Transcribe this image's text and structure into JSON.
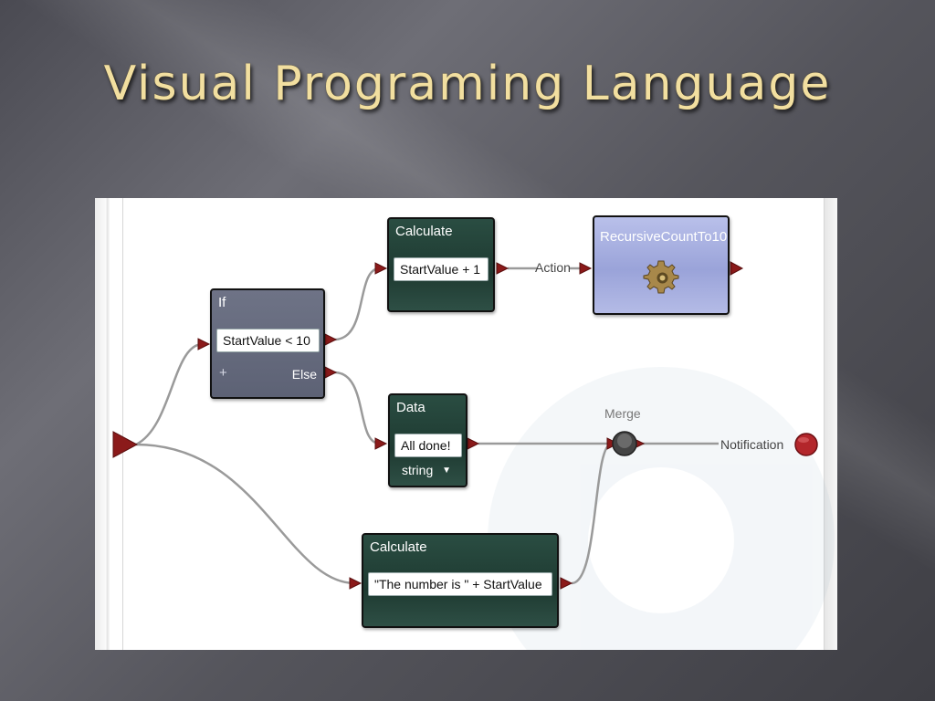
{
  "slide": {
    "title": "Visual Programing Language"
  },
  "diagram": {
    "nodes": {
      "if": {
        "title": "If",
        "condition": "StartValue < 10",
        "add": "+",
        "else": "Else"
      },
      "calculate_top": {
        "title": "Calculate",
        "expression": "StartValue + 1"
      },
      "recursive": {
        "title": "RecursiveCountTo10",
        "icon": "gear-icon"
      },
      "data": {
        "title": "Data",
        "value": "All done!",
        "type": "string"
      },
      "calculate_bottom": {
        "title": "Calculate",
        "expression": "\"The number is \" + StartValue"
      },
      "merge": {
        "label": "Merge"
      }
    },
    "connection_labels": {
      "action": "Action",
      "notification": "Notification"
    },
    "colors": {
      "port": "#8b1a1a",
      "node_green": "#1e3a31",
      "node_grey": "#5d6275",
      "node_blue": "#9aa3d9",
      "title": "#f2dfa0"
    }
  }
}
